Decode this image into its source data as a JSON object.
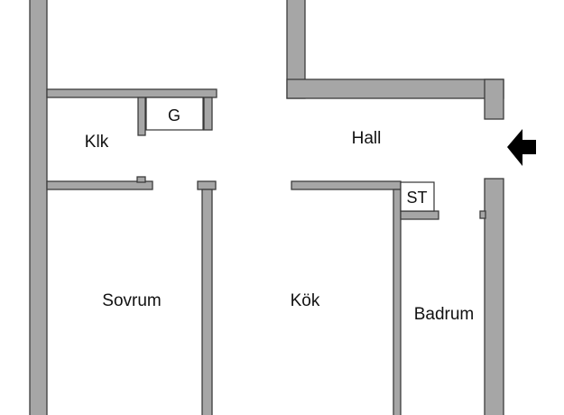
{
  "rooms": {
    "klk": "Klk",
    "hall": "Hall",
    "sovrum": "Sovrum",
    "kok": "Kök",
    "badrum": "Badrum"
  },
  "fixtures": {
    "garderob": "G",
    "storage": "ST"
  },
  "colors": {
    "wall_fill": "#a6a6a6",
    "wall_outline": "#3c3c3c",
    "entrance_arrow": "#000000"
  },
  "icons": {
    "entrance": "entrance-arrow-icon"
  }
}
